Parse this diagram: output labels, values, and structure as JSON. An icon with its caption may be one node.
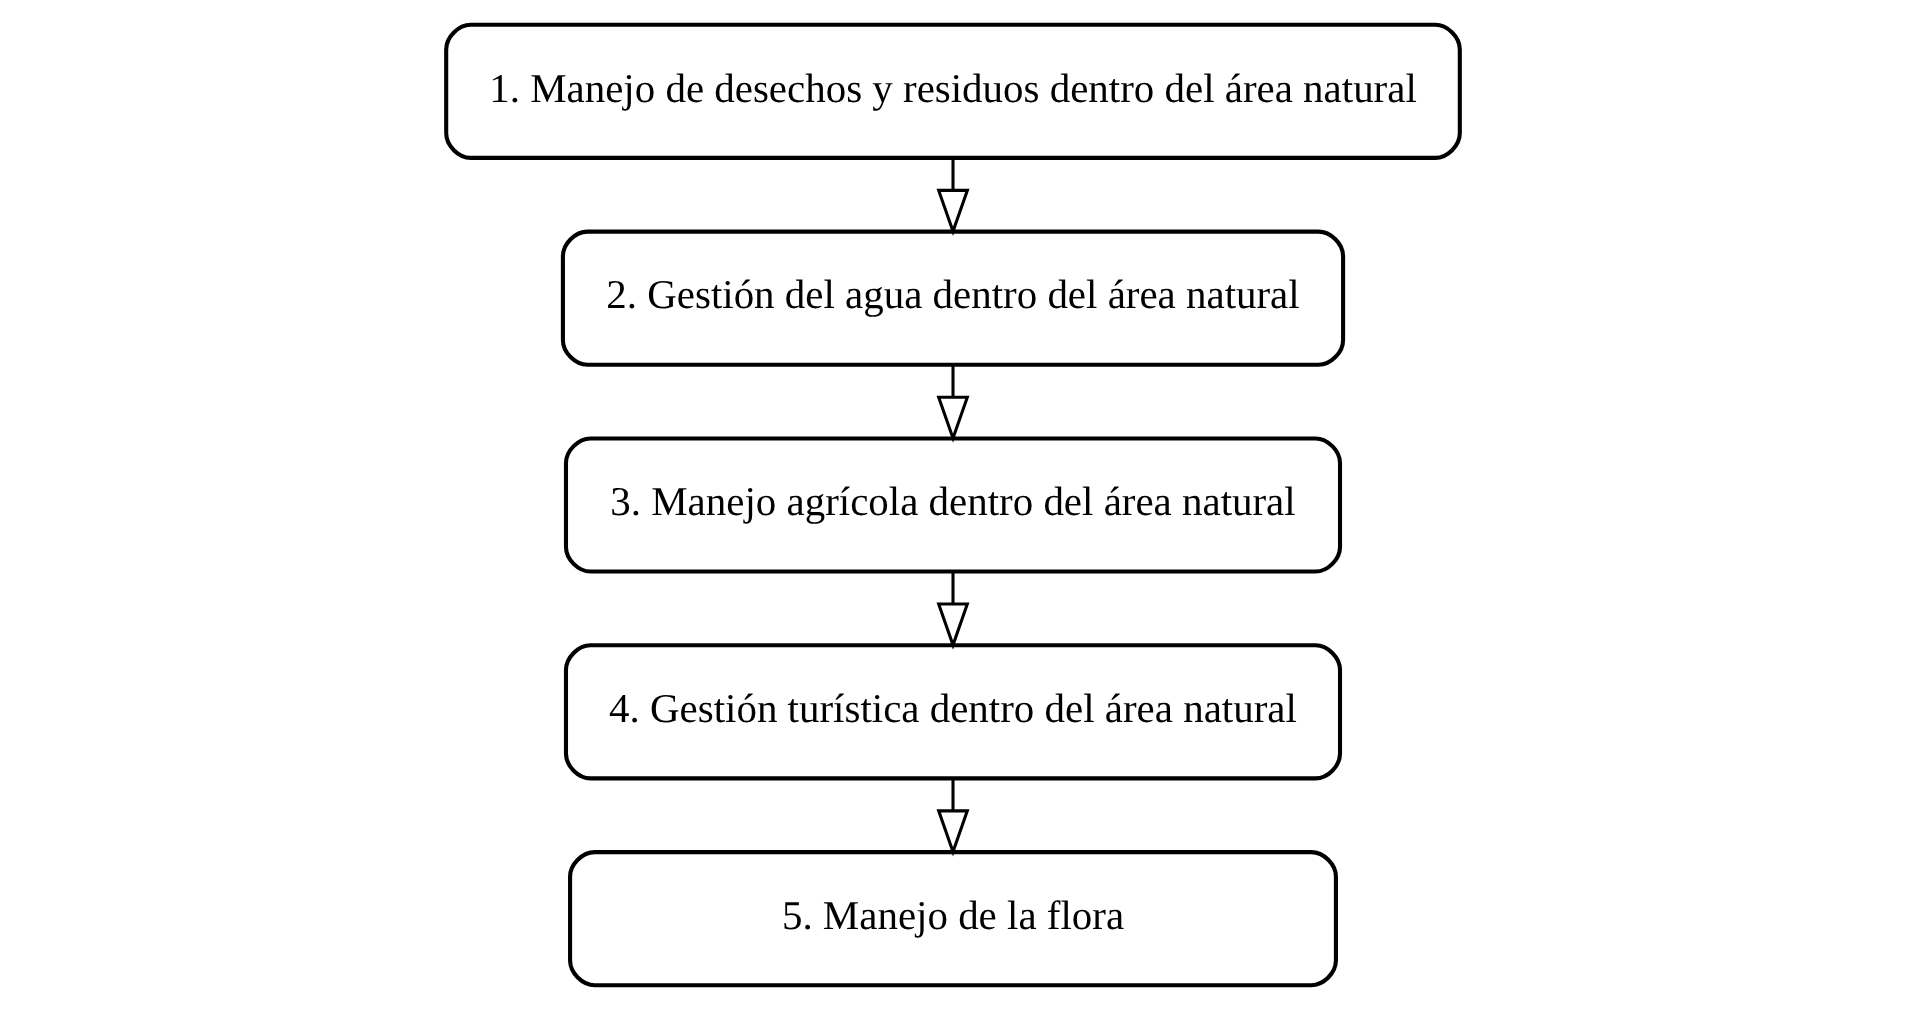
{
  "diagram": {
    "nodes": [
      {
        "text": [
          "1. Manejo de desechos y residuos dentro del área natural"
        ]
      },
      {
        "text": [
          "2. Gestión del agua dentro del área natural"
        ]
      },
      {
        "text": [
          "3. Manejo agrícola dentro del área natural"
        ]
      },
      {
        "text": [
          "4. Gestión turística dentro del área natural"
        ]
      },
      {
        "text": [
          "5. Manejo de la flora"
        ]
      }
    ],
    "edges": [
      {
        "from": 0,
        "to": 1,
        "arrow": "to"
      },
      {
        "from": 1,
        "to": 2,
        "arrow": "to"
      },
      {
        "from": 2,
        "to": 3,
        "arrow": "to"
      },
      {
        "from": 3,
        "to": 4,
        "arrow": "to"
      }
    ]
  }
}
